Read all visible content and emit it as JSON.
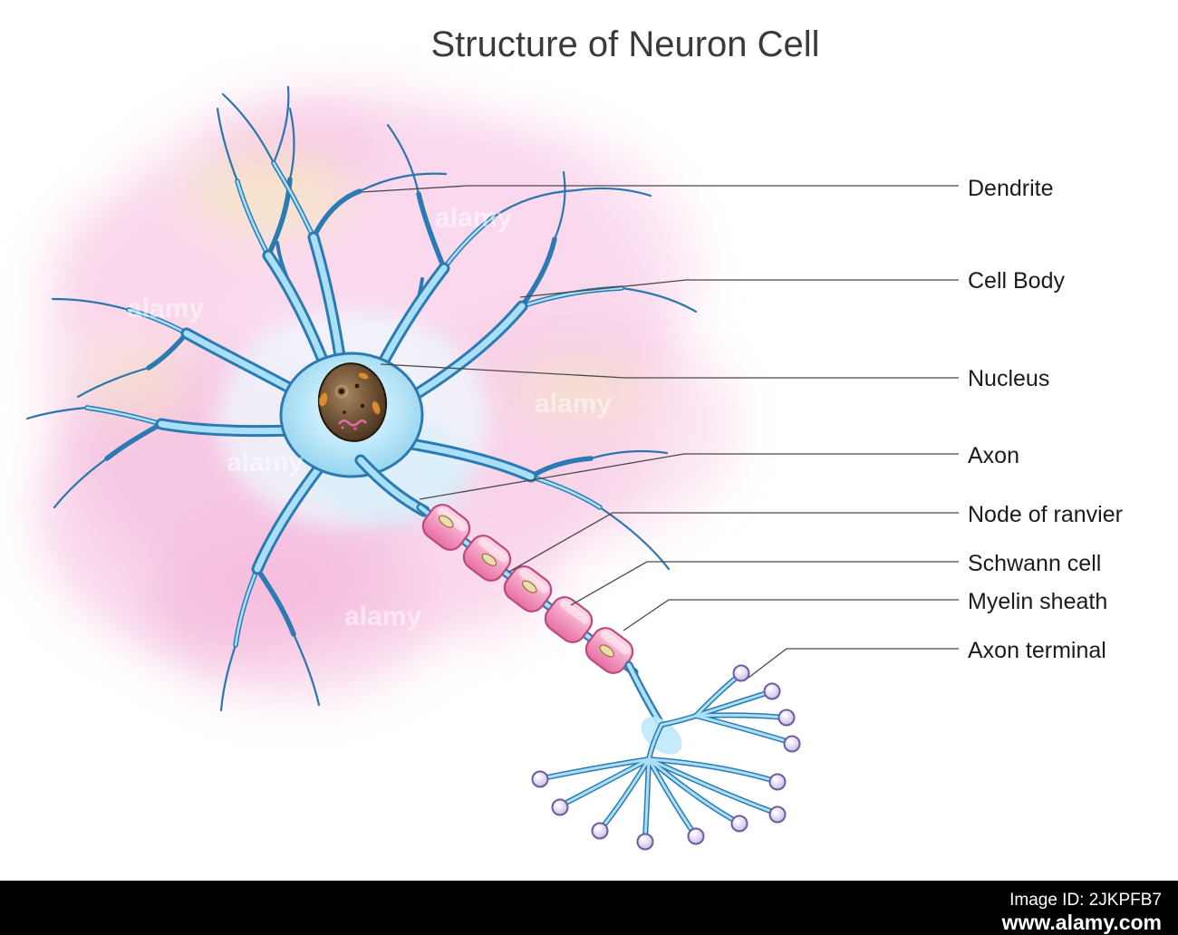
{
  "title": "Structure of Neuron Cell",
  "labels": [
    {
      "text": "Dendrite"
    },
    {
      "text": "Cell Body"
    },
    {
      "text": "Nucleus"
    },
    {
      "text": "Axon"
    },
    {
      "text": "Node of ranvier"
    },
    {
      "text": "Schwann cell"
    },
    {
      "text": "Myelin sheath"
    },
    {
      "text": "Axon terminal"
    }
  ],
  "watermark": "alamy",
  "footer": {
    "image_id": "Image ID: 2JKPFB7",
    "website": "www.alamy.com"
  },
  "colors": {
    "background": "#ffffff",
    "membrane_blue": "#2b7ab2",
    "cell_fill": "#a9e0f7",
    "myelin_pink": "#f4a0c4",
    "glow_pink": "#f7c9e4",
    "nucleus_brown": "#6b4f33",
    "label_color": "#1b1b1b",
    "footer_bg": "#000000"
  }
}
